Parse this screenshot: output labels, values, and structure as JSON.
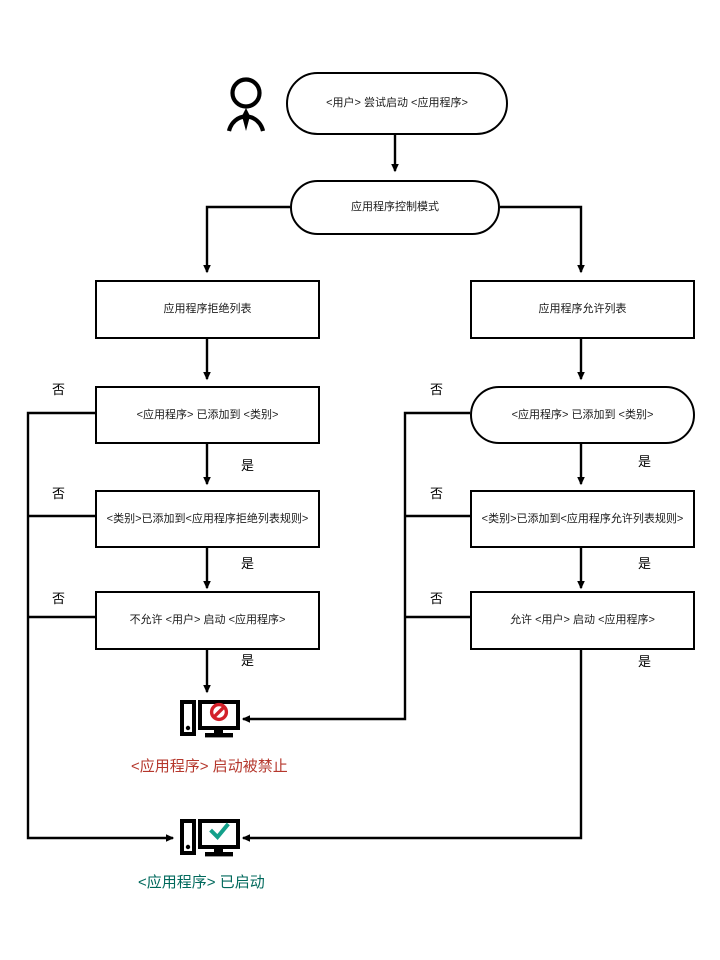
{
  "diagram": {
    "title": "Application Control startup decision flow",
    "colors": {
      "stroke": "#000000",
      "denied_text": "#B5372C",
      "allowed_text": "#00695C",
      "deny_icon": "#D32029",
      "allow_icon": "#13A08A"
    },
    "actor": {
      "name": "user-actor",
      "icon": "person-icon"
    },
    "nodes": [
      {
        "id": "start",
        "shape": "rounded",
        "text": "<用户> 尝试启动 <应用程序>"
      },
      {
        "id": "mode",
        "shape": "rounded",
        "text": "应用程序控制模式"
      },
      {
        "id": "denylist",
        "shape": "rectangle",
        "text": "应用程序拒绝列表"
      },
      {
        "id": "allowlist",
        "shape": "rectangle",
        "text": "应用程序允许列表"
      },
      {
        "id": "deny_cat",
        "shape": "rectangle",
        "text": "<应用程序> 已添加到 <类别>"
      },
      {
        "id": "allow_cat",
        "shape": "rounded",
        "text": "<应用程序> 已添加到 <类别>"
      },
      {
        "id": "deny_rule",
        "shape": "rectangle",
        "text": "<类别>已添加到<应用程序拒绝列表规则>"
      },
      {
        "id": "allow_rule",
        "shape": "rectangle",
        "text": "<类别>已添加到<应用程序允许列表规则>"
      },
      {
        "id": "deny_action",
        "shape": "rectangle",
        "text": "不允许 <用户> 启动 <应用程序>"
      },
      {
        "id": "allow_action",
        "shape": "rectangle",
        "text": "允许 <用户> 启动 <应用程序>"
      }
    ],
    "edge_labels": {
      "yes": "是",
      "no": "否",
      "left_no": [
        "否",
        "否",
        "否"
      ],
      "left_yes": [
        "是",
        "是",
        "是"
      ],
      "right_no": [
        "否",
        "否",
        "否"
      ],
      "right_yes": [
        "是",
        "是",
        "是"
      ]
    },
    "terminals": [
      {
        "id": "blocked",
        "icon": "monitor-blocked-icon",
        "text": "<应用程序> 启动被禁止",
        "color": "#B5372C"
      },
      {
        "id": "started",
        "icon": "monitor-allowed-icon",
        "text": "<应用程序> 已启动",
        "color": "#00695C"
      }
    ]
  }
}
